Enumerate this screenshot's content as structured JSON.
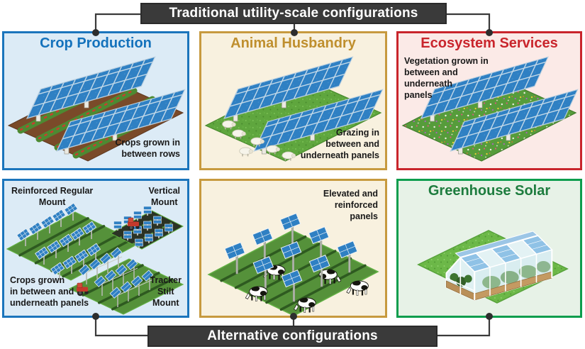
{
  "banners": {
    "top": "Traditional utility-scale configurations",
    "bottom": "Alternative configurations"
  },
  "colors": {
    "banner_background": "#3a3a3a",
    "banner_text": "#ffffff",
    "connector": "#3a3a3a",
    "blue_accent": "#1b75bc",
    "gold_accent": "#c79a3f",
    "red_accent": "#c9252c",
    "green_accent": "#0c9d4d",
    "solar_panel_blue": "#2f80c3"
  },
  "panels": {
    "crop_production": {
      "title": "Crop Production",
      "caption": "Crops grown in\nbetween rows",
      "accent": "#1b75bc",
      "background": "#dcebf6"
    },
    "animal_husbandry": {
      "title": "Animal Husbandry",
      "caption": "Grazing in\nbetween and\nunderneath panels",
      "accent": "#c79a3f",
      "background": "#f8f1df"
    },
    "ecosystem_services": {
      "title": "Ecosystem Services",
      "caption": "Vegetation grown in\nbetween and\nunderneath\npanels",
      "accent": "#c9252c",
      "background": "#fbeae7"
    },
    "alternative_mounts": {
      "label_reinforced": "Reinforced Regular\nMount",
      "label_vertical": "Vertical\nMount",
      "caption": "Crops grown\nin between and\nunderneath panels",
      "label_tracker": "Tracker\nStilt\nMount",
      "accent": "#1b75bc",
      "background": "#dcebf6"
    },
    "elevated_panels": {
      "caption": "Elevated and\nreinforced\npanels",
      "accent": "#c79a3f",
      "background": "#f8f1df"
    },
    "greenhouse_solar": {
      "title": "Greenhouse Solar",
      "accent": "#0c9d4d",
      "background": "#e7f2e7"
    }
  }
}
